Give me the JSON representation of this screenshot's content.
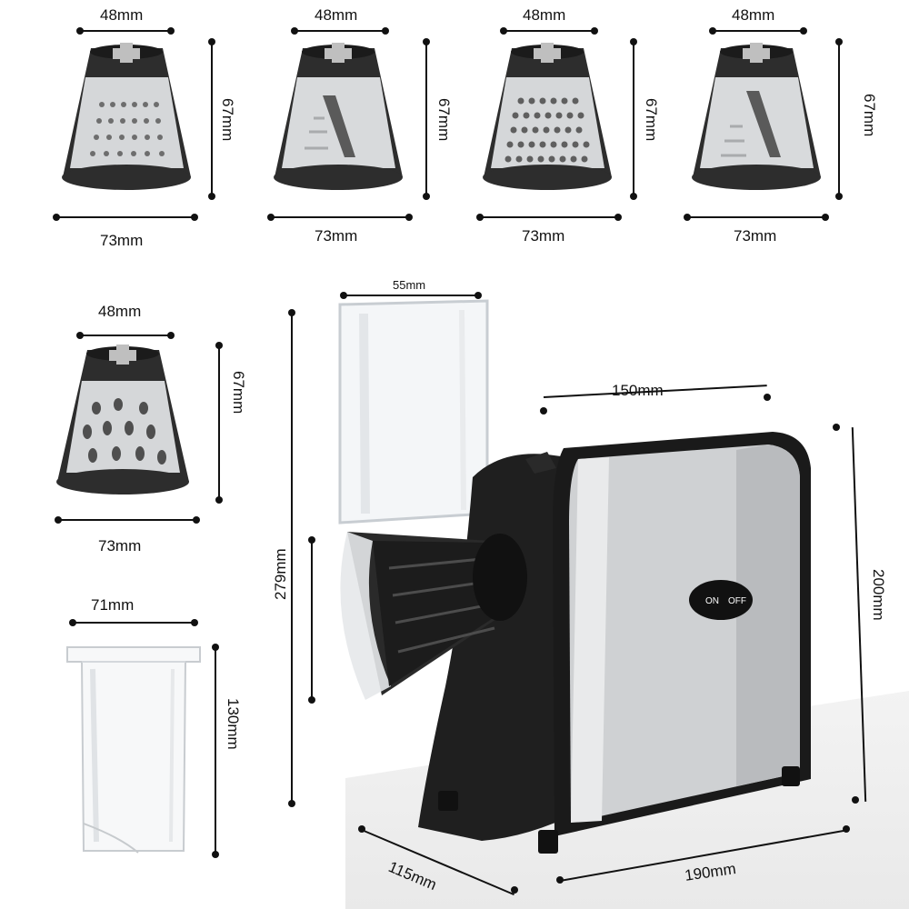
{
  "drums": [
    {
      "top": "48mm",
      "height": "67mm",
      "bottom": "73mm",
      "pattern": "fine-grater"
    },
    {
      "top": "48mm",
      "height": "67mm",
      "bottom": "73mm",
      "pattern": "slicer"
    },
    {
      "top": "48mm",
      "height": "67mm",
      "bottom": "73mm",
      "pattern": "medium-grater"
    },
    {
      "top": "48mm",
      "height": "67mm",
      "bottom": "73mm",
      "pattern": "thick-slicer"
    },
    {
      "top": "48mm",
      "height": "67mm",
      "bottom": "73mm",
      "pattern": "coarse-grater"
    }
  ],
  "pusher": {
    "width": "71mm",
    "height": "130mm"
  },
  "machine": {
    "chute_width": "55mm",
    "total_height": "279mm",
    "top_length": "150mm",
    "body_height": "200mm",
    "depth": "115mm",
    "length": "190mm",
    "switch_on": "ON",
    "switch_off": "OFF"
  },
  "colors": {
    "dark": "#2b2b2b",
    "steel": "#c9cbcd",
    "dim": "#111111"
  }
}
